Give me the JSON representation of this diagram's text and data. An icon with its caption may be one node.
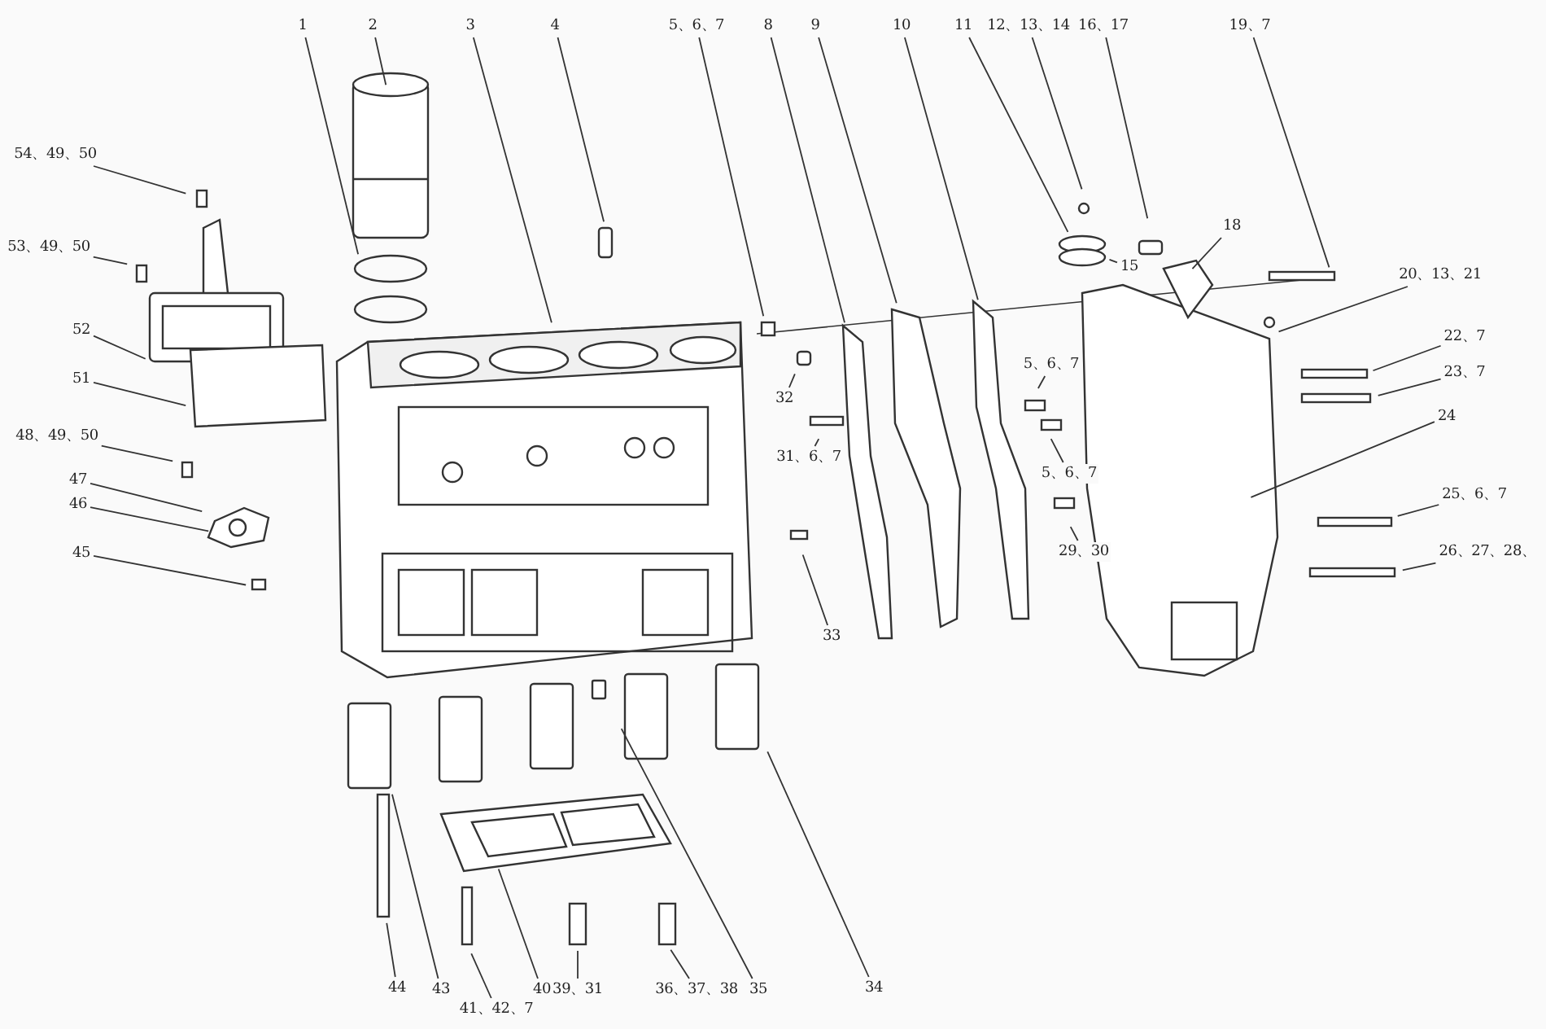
{
  "diagram": {
    "nodes": [
      {
        "text": [
          "1"
        ]
      },
      {
        "text": [
          "2"
        ]
      },
      {
        "text": [
          "3"
        ]
      },
      {
        "text": [
          "4"
        ]
      },
      {
        "text": [
          "5、6、7"
        ]
      },
      {
        "text": [
          "8"
        ]
      },
      {
        "text": [
          "9"
        ]
      },
      {
        "text": [
          "10"
        ]
      },
      {
        "text": [
          "11"
        ]
      },
      {
        "text": [
          "12、13、14"
        ]
      },
      {
        "text": [
          "16、17"
        ]
      },
      {
        "text": [
          "19、7"
        ]
      },
      {
        "text": [
          "54、49、50"
        ]
      },
      {
        "text": [
          "15"
        ]
      },
      {
        "text": [
          "18"
        ]
      },
      {
        "text": [
          "53、49、50"
        ]
      },
      {
        "text": [
          "20、13、21"
        ]
      },
      {
        "text": [
          "52"
        ]
      },
      {
        "text": [
          "22、7"
        ]
      },
      {
        "text": [
          "23、7"
        ]
      },
      {
        "text": [
          "51"
        ]
      },
      {
        "text": [
          "5、6、7"
        ]
      },
      {
        "text": [
          "32"
        ]
      },
      {
        "text": [
          "24"
        ]
      },
      {
        "text": [
          "48、49、50"
        ]
      },
      {
        "text": [
          "31、6、7"
        ]
      },
      {
        "text": [
          "5、6、7"
        ]
      },
      {
        "text": [
          "47"
        ]
      },
      {
        "text": [
          "25、6、7"
        ]
      },
      {
        "text": [
          "46"
        ]
      },
      {
        "text": [
          "29、30"
        ]
      },
      {
        "text": [
          "26、27、28、"
        ]
      },
      {
        "text": [
          "45"
        ]
      },
      {
        "text": [
          "33"
        ]
      },
      {
        "text": [
          "44"
        ]
      },
      {
        "text": [
          "43"
        ]
      },
      {
        "text": [
          "40"
        ]
      },
      {
        "text": [
          "39、31"
        ]
      },
      {
        "text": [
          "36、37、38"
        ]
      },
      {
        "text": [
          "35"
        ]
      },
      {
        "text": [
          "34"
        ]
      },
      {
        "text": [
          "41、42、7"
        ]
      }
    ],
    "edges": [
      {
        "from": 0,
        "to": null,
        "arrow": "none"
      },
      {
        "from": 1,
        "to": null,
        "arrow": "none"
      },
      {
        "from": 2,
        "to": null,
        "arrow": "none"
      },
      {
        "from": 3,
        "to": null,
        "arrow": "none"
      },
      {
        "from": 4,
        "to": null,
        "arrow": "none"
      },
      {
        "from": 5,
        "to": null,
        "arrow": "none"
      },
      {
        "from": 6,
        "to": null,
        "arrow": "none"
      },
      {
        "from": 7,
        "to": null,
        "arrow": "none"
      },
      {
        "from": 8,
        "to": null,
        "arrow": "none"
      },
      {
        "from": 9,
        "to": null,
        "arrow": "none"
      },
      {
        "from": 10,
        "to": null,
        "arrow": "none"
      },
      {
        "from": 11,
        "to": null,
        "arrow": "none"
      },
      {
        "from": 12,
        "to": null,
        "arrow": "none"
      },
      {
        "from": 13,
        "to": null,
        "arrow": "none"
      },
      {
        "from": 14,
        "to": null,
        "arrow": "none"
      },
      {
        "from": 15,
        "to": null,
        "arrow": "none"
      },
      {
        "from": 16,
        "to": null,
        "arrow": "none"
      },
      {
        "from": 17,
        "to": null,
        "arrow": "none"
      },
      {
        "from": 18,
        "to": null,
        "arrow": "none"
      },
      {
        "from": 19,
        "to": null,
        "arrow": "none"
      },
      {
        "from": 20,
        "to": null,
        "arrow": "none"
      },
      {
        "from": 21,
        "to": null,
        "arrow": "none"
      },
      {
        "from": 22,
        "to": null,
        "arrow": "none"
      },
      {
        "from": 23,
        "to": null,
        "arrow": "none"
      },
      {
        "from": 24,
        "to": null,
        "arrow": "none"
      },
      {
        "from": 25,
        "to": null,
        "arrow": "none"
      },
      {
        "from": 26,
        "to": null,
        "arrow": "none"
      },
      {
        "from": 27,
        "to": null,
        "arrow": "none"
      },
      {
        "from": 28,
        "to": null,
        "arrow": "none"
      },
      {
        "from": 29,
        "to": null,
        "arrow": "none"
      },
      {
        "from": 30,
        "to": null,
        "arrow": "none"
      },
      {
        "from": 31,
        "to": null,
        "arrow": "none"
      },
      {
        "from": 32,
        "to": null,
        "arrow": "none"
      },
      {
        "from": 33,
        "to": null,
        "arrow": "none"
      },
      {
        "from": 34,
        "to": null,
        "arrow": "none"
      },
      {
        "from": 35,
        "to": null,
        "arrow": "none"
      },
      {
        "from": 36,
        "to": null,
        "arrow": "none"
      },
      {
        "from": 37,
        "to": null,
        "arrow": "none"
      },
      {
        "from": 38,
        "to": null,
        "arrow": "none"
      },
      {
        "from": 39,
        "to": null,
        "arrow": "none"
      },
      {
        "from": 40,
        "to": null,
        "arrow": "none"
      },
      {
        "from": 41,
        "to": null,
        "arrow": "none"
      }
    ]
  }
}
